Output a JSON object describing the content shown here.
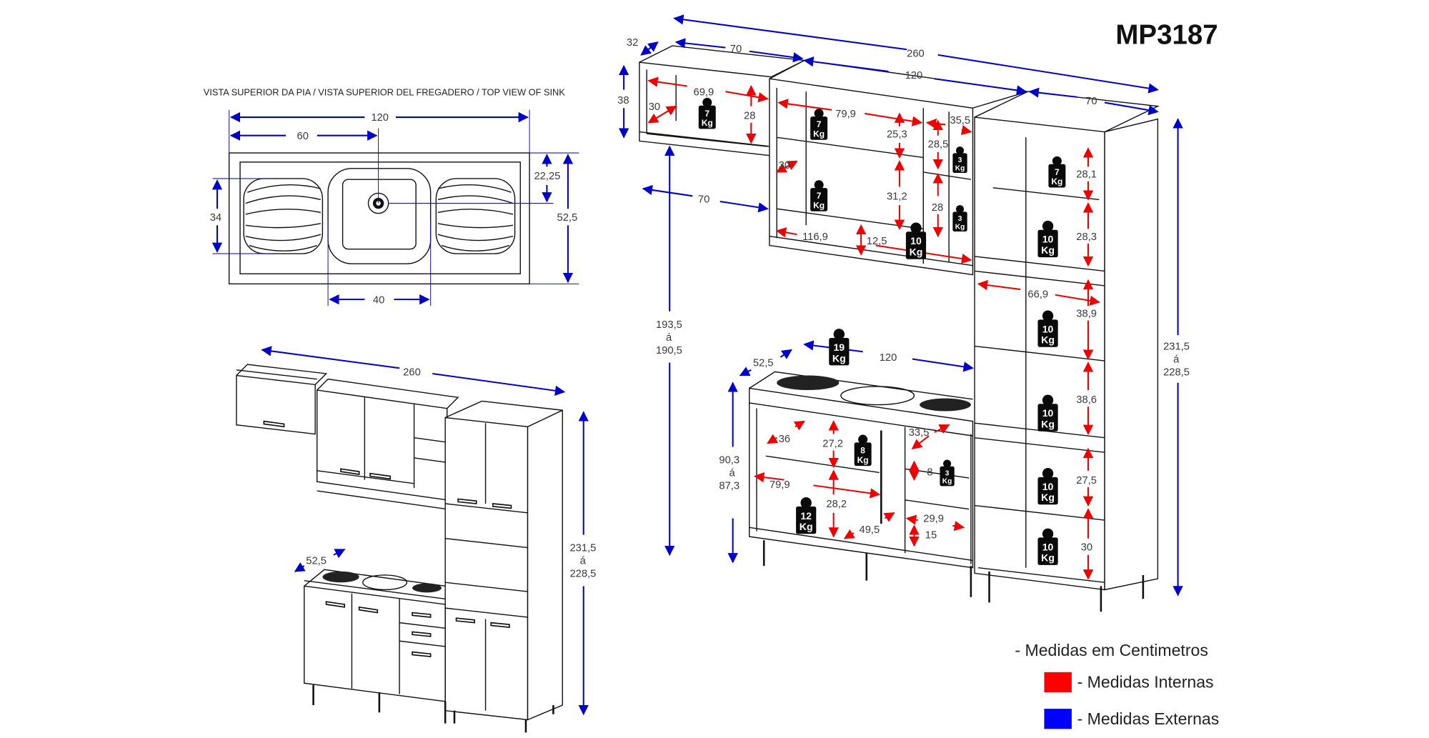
{
  "model_code": "MP3187",
  "sink_top_view": {
    "caption": "VISTA SUPERIOR DA PIA / VISTA SUPERIOR DEL FREGADERO / TOP VIEW OF SINK",
    "dims": {
      "total_width": "120",
      "drain_center_from_left": "60",
      "basin_width": "40",
      "drainboard_depth": "34",
      "drain_center_from_back": "22,25",
      "total_depth": "52,5"
    }
  },
  "assembled_view": {
    "overall_width": "260",
    "height_range": [
      "231,5",
      "á",
      "228,5"
    ],
    "sink_depth": "52,5"
  },
  "exploded_view": {
    "external": {
      "overall_width": "260",
      "upper_left_width": "70",
      "upper_left_depth": "32",
      "upper_left_height": "38",
      "upper_center_width": "120",
      "tall_unit_width": "70",
      "offset_width": "70",
      "upper_mount_height": [
        "193,5",
        "á",
        "190,5"
      ],
      "tall_unit_height": [
        "231,5",
        "á",
        "228,5"
      ],
      "base_width": "120",
      "base_depth": "52,5",
      "base_height": [
        "90,3",
        "á",
        "87,3"
      ]
    },
    "internal": {
      "upper_left_width": "69,9",
      "upper_left_depth": "30",
      "upper_left_height": "28",
      "upper_center_width": "79,9",
      "upper_center_depth": "30",
      "upper_center_top_height": "25,3",
      "upper_center_bottom_height": "31,2",
      "upper_niche_width": "35,5",
      "upper_niche_top_height": "28,5",
      "upper_niche_bottom_height": "28",
      "upper_bottom_width": "116,9",
      "upper_bottom_height": "12,5",
      "tall_top_1": "28,1",
      "tall_top_2": "28,3",
      "tall_width": "66,9",
      "tall_mid_1": "38,9",
      "tall_mid_2": "38,6",
      "tall_low_1": "27,5",
      "tall_low_2": "30",
      "base_depth": "36",
      "base_top_height": "27,2",
      "base_width": "79,9",
      "base_bottom_height": "28,2",
      "base_bottom_depth": "49,5",
      "drawer_depth": "33,5",
      "drawer_top_height": "8",
      "drawer_bottom_width": "29,9",
      "drawer_bottom_height": "15"
    },
    "weights": [
      {
        "value": "7",
        "unit": "Kg"
      },
      {
        "value": "7",
        "unit": "Kg"
      },
      {
        "value": "7",
        "unit": "Kg"
      },
      {
        "value": "3",
        "unit": "Kg"
      },
      {
        "value": "3",
        "unit": "Kg"
      },
      {
        "value": "10",
        "unit": "Kg"
      },
      {
        "value": "7",
        "unit": "Kg"
      },
      {
        "value": "10",
        "unit": "Kg"
      },
      {
        "value": "10",
        "unit": "Kg"
      },
      {
        "value": "10",
        "unit": "Kg"
      },
      {
        "value": "10",
        "unit": "Kg"
      },
      {
        "value": "10",
        "unit": "Kg"
      },
      {
        "value": "19",
        "unit": "Kg"
      },
      {
        "value": "8",
        "unit": "Kg"
      },
      {
        "value": "3",
        "unit": "Kg"
      },
      {
        "value": "12",
        "unit": "Kg"
      }
    ]
  },
  "legend": {
    "units_note": "- Medidas em Centimetros",
    "items": [
      {
        "label": "- Medidas Internas",
        "color": "#ff0000"
      },
      {
        "label": "- Medidas Externas",
        "color": "#0000ff"
      }
    ]
  }
}
